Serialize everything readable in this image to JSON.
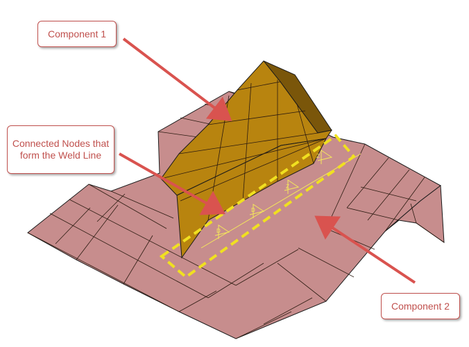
{
  "callouts": {
    "component1": "Component 1",
    "connected_nodes": "Connected Nodes that form the Weld Line",
    "component2": "Component 2"
  },
  "colors": {
    "base_plate": "#c78d8d",
    "base_plate_edge": "#1a1a1a",
    "roof_front": "#b8840f",
    "roof_side": "#7a560a",
    "weld_box": "#f0e020",
    "arrow": "#d9534f",
    "callout_text": "#c0504d"
  }
}
